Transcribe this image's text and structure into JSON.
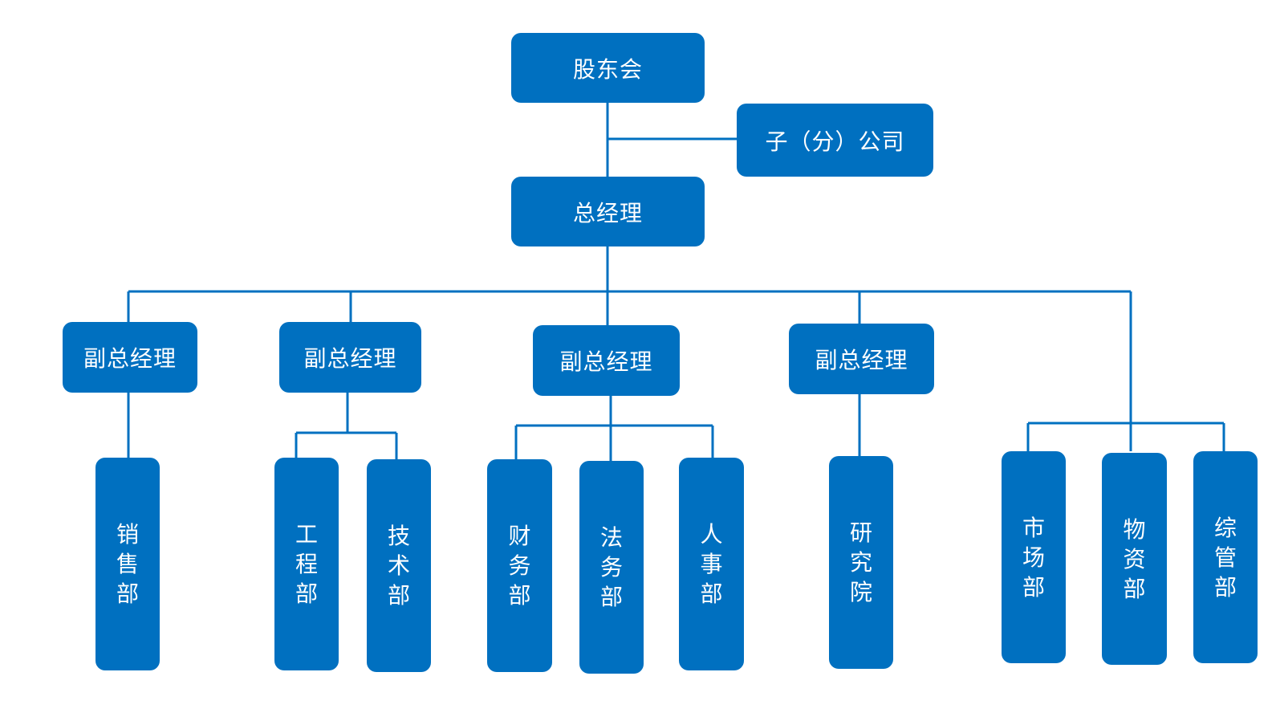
{
  "colors": {
    "box_fill": "#0070c0",
    "connector": "#0070c0",
    "text": "#ffffff",
    "background": "#ffffff"
  },
  "nodes": {
    "shareholders": "股东会",
    "subsidiary": "子（分）公司",
    "general_manager": "总经理",
    "deputy_1": "副总经理",
    "deputy_2": "副总经理",
    "deputy_3": "副总经理",
    "deputy_4": "副总经理",
    "sales": "销售部",
    "engineering": "工程部",
    "technology": "技术部",
    "finance": "财务部",
    "legal": "法务部",
    "hr": "人事部",
    "research": "研究院",
    "market": "市场部",
    "materials": "物资部",
    "admin": "综管部"
  }
}
